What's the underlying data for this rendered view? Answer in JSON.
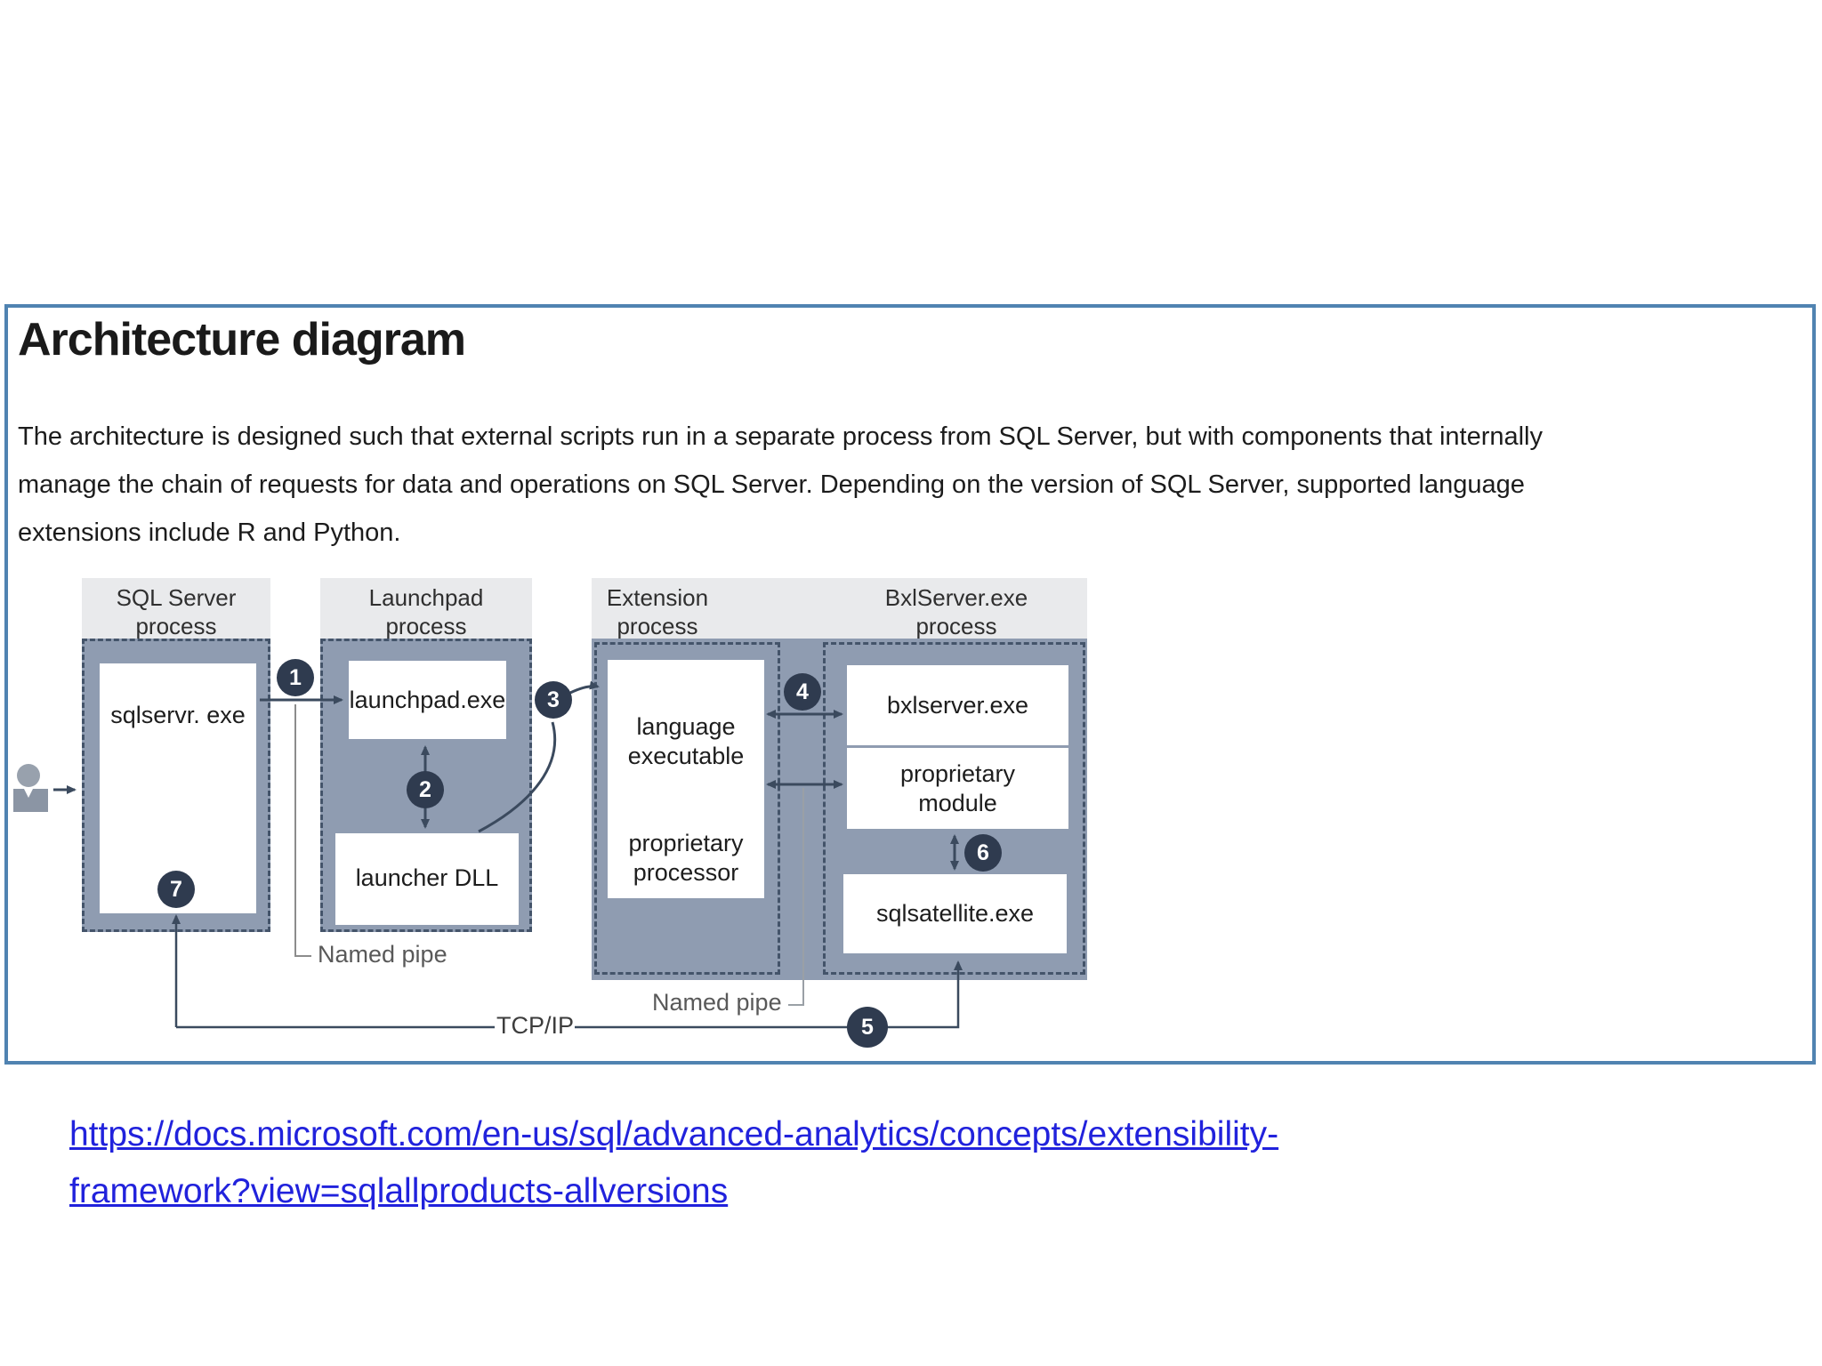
{
  "panel": {
    "title": "Architecture diagram",
    "paragraph_lines": [
      "The architecture is designed such that external scripts run in a separate process from SQL Server, but with components that internally",
      "manage the chain of requests for data and operations on SQL Server. Depending on the version of SQL Server, supported language",
      "extensions include R and Python."
    ]
  },
  "diagram": {
    "headers": {
      "sql_server": "SQL Server\nprocess",
      "launchpad": "Launchpad\nprocess",
      "extension": "Extension\nprocess",
      "bxlserver": "BxlServer.exe\nprocess"
    },
    "boxes": {
      "sqlservr_exe": "sqlservr. exe",
      "launchpad_exe": "launchpad.exe",
      "launcher_dll": "launcher DLL",
      "language_executable": "language\nexecutable",
      "proprietary_processor": "proprietary\nprocessor",
      "bxlserver_exe": "bxlserver.exe",
      "proprietary_module": "proprietary\nmodule",
      "sqlsatellite_exe": "sqlsatellite.exe"
    },
    "steps": [
      "1",
      "2",
      "3",
      "4",
      "5",
      "6",
      "7"
    ],
    "labels": {
      "named_pipe_launchpad": "Named pipe",
      "named_pipe_extension": "Named pipe",
      "tcpip": "TCP/IP"
    },
    "colors": {
      "slate_fill": "#8f9cb1",
      "header_fill": "#e9eaec",
      "dashed_border": "#44546a",
      "step_circle": "#2f3b4f",
      "arrow": "#3b4a5e",
      "panel_border": "#5083b1",
      "link_blue": "#2122dc"
    }
  },
  "link": {
    "url": "https://docs.microsoft.com/en-us/sql/advanced-analytics/concepts/extensibility-framework?view=sqlallproducts-allversions",
    "line1": "https://docs.microsoft.com/en-us/sql/advanced-analytics/concepts/extensibility-",
    "line2": "framework?view=sqlallproducts-allversions"
  }
}
